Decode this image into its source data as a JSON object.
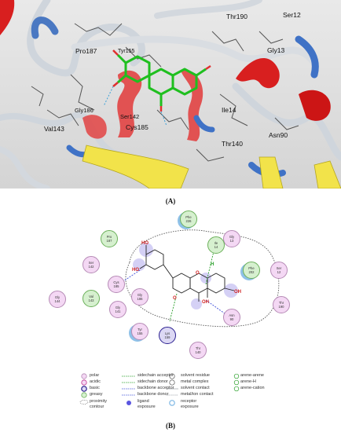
{
  "panel_a": {
    "caption": "(A)",
    "residue_labels": {
      "thr190": "Thr190",
      "ser12": "Ser12",
      "pro187": "Pro187",
      "tyr155": "Tyr155",
      "gly13": "Gly13",
      "gly186": "Gly186",
      "ser142": "Ser142",
      "ile14": "Ile14",
      "val143": "Val143",
      "cys185": "Cys185",
      "asn90": "Asn90",
      "thr140": "Thr140"
    }
  },
  "panel_b": {
    "caption": "(B)",
    "residues": [
      {
        "name": "Phe",
        "num": "226",
        "type": "greasy"
      },
      {
        "name": "Pro",
        "num": "187",
        "type": "greasy"
      },
      {
        "name": "Gly",
        "num": "13",
        "type": "polar"
      },
      {
        "name": "Ser",
        "num": "142",
        "type": "polar"
      },
      {
        "name": "Ile",
        "num": "14",
        "type": "greasy"
      },
      {
        "name": "Phe",
        "num": "202",
        "type": "greasy"
      },
      {
        "name": "Ser",
        "num": "12",
        "type": "polar"
      },
      {
        "name": "Cys",
        "num": "185",
        "type": "polar"
      },
      {
        "name": "Gly",
        "num": "144",
        "type": "polar"
      },
      {
        "name": "Val",
        "num": "143",
        "type": "greasy"
      },
      {
        "name": "Gly",
        "num": "186",
        "type": "polar"
      },
      {
        "name": "Gly",
        "num": "141",
        "type": "polar"
      },
      {
        "name": "Thr",
        "num": "190",
        "type": "polar"
      },
      {
        "name": "Tyr",
        "num": "155",
        "type": "polar"
      },
      {
        "name": "Lys",
        "num": "159",
        "type": "basic"
      },
      {
        "name": "Asn",
        "num": "90",
        "type": "polar"
      },
      {
        "name": "Thr",
        "num": "140",
        "type": "polar"
      }
    ],
    "ligand_labels": {
      "oh_top": "HO",
      "oh_left": "HO",
      "oh_right": "OH",
      "oh_bottom": "OH",
      "o_carbonyl": "O",
      "o_ring": "O",
      "h_ile": "H"
    },
    "legend": {
      "polar": "polar",
      "acidic": "acidic",
      "basic": "basic",
      "greasy": "greasy",
      "proximity": [
        "proximity",
        "contour"
      ],
      "sidechain_acceptor": "sidechain acceptor",
      "sidechain_donor": "sidechain donor",
      "backbone_acceptor": "backbone acceptor",
      "backbone_donor": "backbone donor",
      "ligand_exposure": [
        "ligand",
        "exposure"
      ],
      "solvent_residue": "solvent residue",
      "metal_complex": "metal complex",
      "solvent_contact": "solvent contact",
      "metal_ion_contact": "metal/ion contact",
      "receptor_exposure": [
        "receptor",
        "exposure"
      ],
      "arene_arene": "arene-arene",
      "arene_h": "arene-H",
      "arene_cation": "arene-cation"
    }
  }
}
